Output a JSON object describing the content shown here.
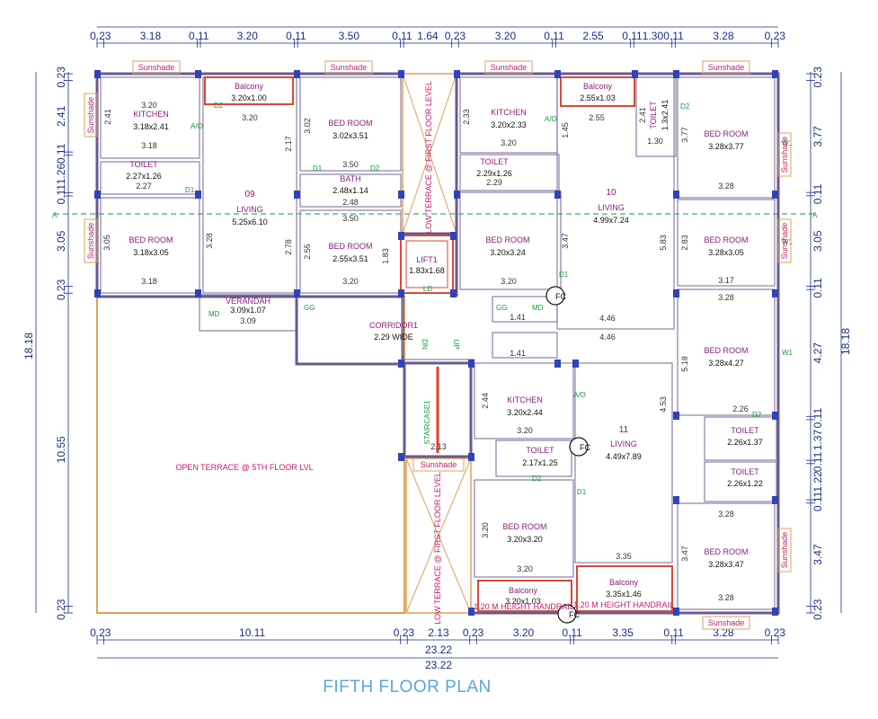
{
  "title": "FIFTH FLOOR PLAN",
  "top_dims": [
    "0.23",
    "3.18",
    "0.11",
    "3.20",
    "0.11",
    "3.50",
    "0.11",
    "1.64",
    "0.23",
    "3.20",
    "0.11",
    "2.55",
    "0.11",
    "1.30",
    "0.11",
    "3.28",
    "0.23"
  ],
  "bottom_dims": [
    "0.23",
    "10.11",
    "0.23",
    "2.13",
    "0.23",
    "3.20",
    "0.11",
    "3.35",
    "0.11",
    "3.28",
    "0.23"
  ],
  "overall_width": "23.22",
  "overall_width_small": "23.22",
  "left_dims": [
    "0.23",
    "2.41",
    "0.11",
    "1.26",
    "0.11",
    "3.05",
    "0.23",
    "10.55",
    "0.23"
  ],
  "right_dims": [
    "0.23",
    "3.77",
    "0.11",
    "3.05",
    "0.11",
    "4.27",
    "0.11",
    "1.37",
    "0.11",
    "1.22",
    "0.11",
    "3.47",
    "0.23"
  ],
  "overall_height": "18.18",
  "overall_height_small": "18.18",
  "grid_marker": "A",
  "rooms": {
    "kitchen1": {
      "name": "KITCHEN",
      "size": "3.18x2.41"
    },
    "balcony1": {
      "name": "Balcony",
      "size": "3.20x1.00"
    },
    "bed1": {
      "name": "BED ROOM",
      "size": "3.02x3.51"
    },
    "toilet1": {
      "name": "TOILET",
      "size": "2.27x1.26"
    },
    "living9": {
      "num": "09",
      "name": "LIVING",
      "size": "5.25x6.10"
    },
    "bath1": {
      "name": "BATH",
      "size": "2.48x1.14"
    },
    "bed2": {
      "name": "BED ROOM",
      "size": "3.18x3.05"
    },
    "bed3": {
      "name": "BED ROOM",
      "size": "2.55x3.51"
    },
    "verandah": {
      "name": "VERANDAH",
      "size": "3.09x1.07"
    },
    "lift": {
      "name": "LIFT1",
      "size": "1.83x1.68"
    },
    "corridor": {
      "name": "CORRIDOR1",
      "size": "2.29 WIDE"
    },
    "kitchen2": {
      "name": "KITCHEN",
      "size": "3.20x2.33"
    },
    "balcony2": {
      "name": "Balcony",
      "size": "2.55x1.03"
    },
    "toilet2": {
      "name": "TOILET",
      "size": "1.3x2.41"
    },
    "bed4": {
      "name": "BED ROOM",
      "size": "3.28x3.77"
    },
    "toilet3": {
      "name": "TOILET",
      "size": "2.29x1.26"
    },
    "living10": {
      "num": "10",
      "name": "LIVING",
      "size": "4.99x7.24"
    },
    "bed5": {
      "name": "BED ROOM",
      "size": "3.20x3.24"
    },
    "bed6": {
      "name": "BED ROOM",
      "size": "3.28x3.05"
    },
    "bed7": {
      "name": "BED ROOM",
      "size": "3.28x4.27"
    },
    "kitchen3": {
      "name": "KITCHEN",
      "size": "3.20x2.44"
    },
    "living11": {
      "num": "11",
      "name": "LIVING",
      "size": "4.49x7.89"
    },
    "toilet4": {
      "name": "TOILET",
      "size": "2.17x1.25"
    },
    "toilet5": {
      "name": "TOILET",
      "size": "2.26x1.37"
    },
    "toilet6": {
      "name": "TOILET",
      "size": "2.26x1.22"
    },
    "bed8": {
      "name": "BED ROOM",
      "size": "3.20x3.20"
    },
    "bed9": {
      "name": "BED ROOM",
      "size": "3.28x3.47"
    },
    "balcony3": {
      "name": "Balcony",
      "size": "3.20x1.03"
    },
    "balcony4": {
      "name": "Balcony",
      "size": "3.35x1.46"
    }
  },
  "labels": {
    "open_terrace": "OPEN TERRACE @ 5TH FLOOR LVL",
    "low_terrace": "LOW TERRACE @ FIRST FLOOR LEVEL",
    "staircase": "STAIRCASE1",
    "sunshade": "Sunshade",
    "up": "UP",
    "dn": "DN",
    "fc": "FC",
    "ld": "LD",
    "gg": "GG",
    "md": "MD",
    "d1": "D1",
    "d2": "D2",
    "w1": "W1",
    "ao": "A/O",
    "handrail": "1.20 M HEIGHT HANDRAIL"
  },
  "inner_dims": {
    "k1w": "3.20",
    "k1b": "3.18",
    "k1h": "2.41",
    "bed1w": "3.50",
    "bed1h": "3.02",
    "liv9v": "3.28",
    "liv9v2": "2.78",
    "liv9v3": "2.17",
    "bath_w": "2.48",
    "bed2v": "3.05",
    "bed2b": "3.18",
    "bed3w": "3.50",
    "bed3v": "2.55",
    "bed3b": "3.20",
    "bed3v2": "1.83",
    "ver_w": "3.09",
    "k2w": "2.55",
    "k2b": "3.20",
    "k2v": "2.33",
    "k2v2": "1.45",
    "t2w": "1.30",
    "t2v": "2.41",
    "bed4v": "3.77",
    "bed4b": "3.28",
    "liv10v": "3.47",
    "liv10v2": "5.83",
    "liv10b": "4.46",
    "liv10b2": "4.46",
    "bed5b": "3.20",
    "bed6v": "2.83",
    "bed6b": "3.17",
    "bed7w": "3.28",
    "bed7v": "5.18",
    "bed7b": "2.26",
    "k3v": "2.44",
    "k3b": "3.20",
    "liv11v": "4.53",
    "t4w": "2.17",
    "bed8v": "3.20",
    "bed8b": "3.20",
    "bed9w": "3.28",
    "bed9v": "3.47",
    "bed9b": "3.28",
    "bal4w": "3.35",
    "st_w": "2.13",
    "corr_w": "1.41",
    "t1b": "2.27",
    "t1v": "1.26",
    "t3b": "2.29",
    "t3v": "1.26"
  }
}
